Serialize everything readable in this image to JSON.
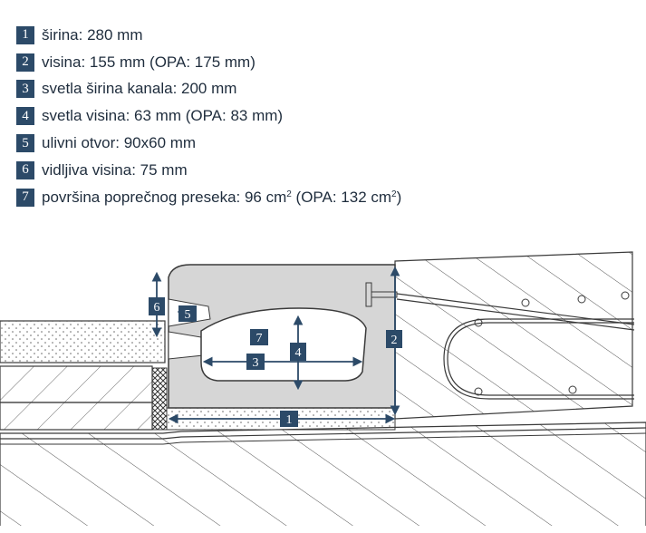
{
  "legend": [
    {
      "number": "1",
      "text": "širina: 280 mm"
    },
    {
      "number": "2",
      "text": "visina: 155 mm (OPA: 175 mm)"
    },
    {
      "number": "3",
      "text": "svetla širina kanala: 200 mm"
    },
    {
      "number": "4",
      "text": "svetla visina: 63 mm (OPA: 83 mm)"
    },
    {
      "number": "5",
      "text": "ulivni otvor: 90x60 mm"
    },
    {
      "number": "6",
      "text": "vidljiva visina: 75 mm"
    },
    {
      "number": "7",
      "text": "površina poprečnog preseka: 96 cm",
      "sup1": "2",
      "mid": " (OPA: 132 cm",
      "sup2": "2",
      "tail": ")"
    }
  ],
  "colors": {
    "badge": "#2c4a68",
    "arrow": "#2c4a68",
    "channel_body": "#d6d6d6",
    "outline": "#3a3a3a"
  }
}
